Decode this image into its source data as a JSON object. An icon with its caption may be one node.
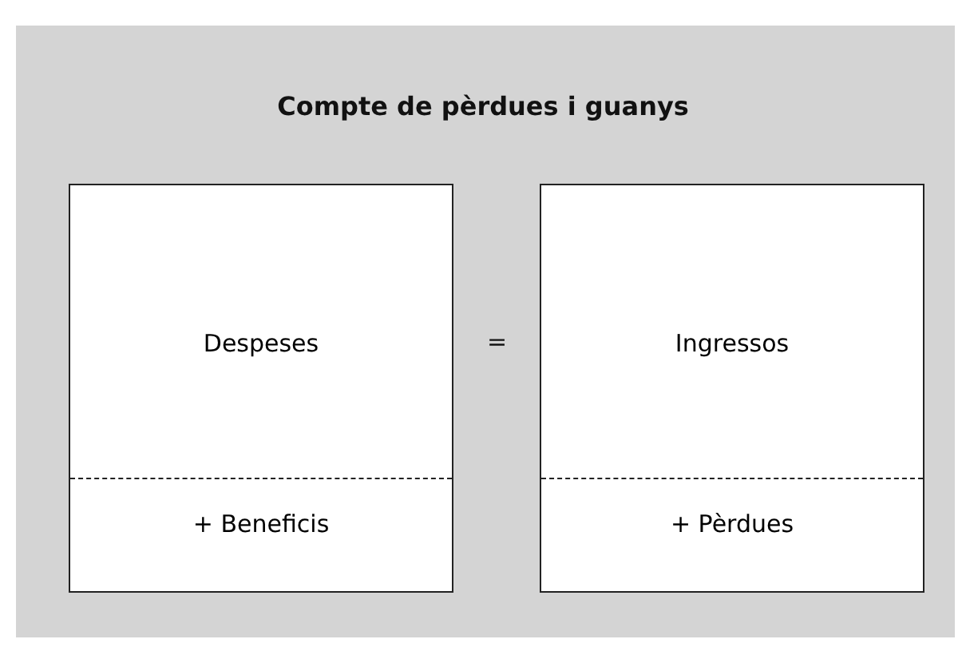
{
  "diagram": {
    "title": "Compte de pèrdues i guanys",
    "nodes": [
      {
        "text": [
          "Despeses",
          "+ Beneficis"
        ]
      },
      {
        "text": [
          "Ingressos",
          "+ Pèrdues"
        ]
      }
    ],
    "labels": [
      "="
    ]
  }
}
